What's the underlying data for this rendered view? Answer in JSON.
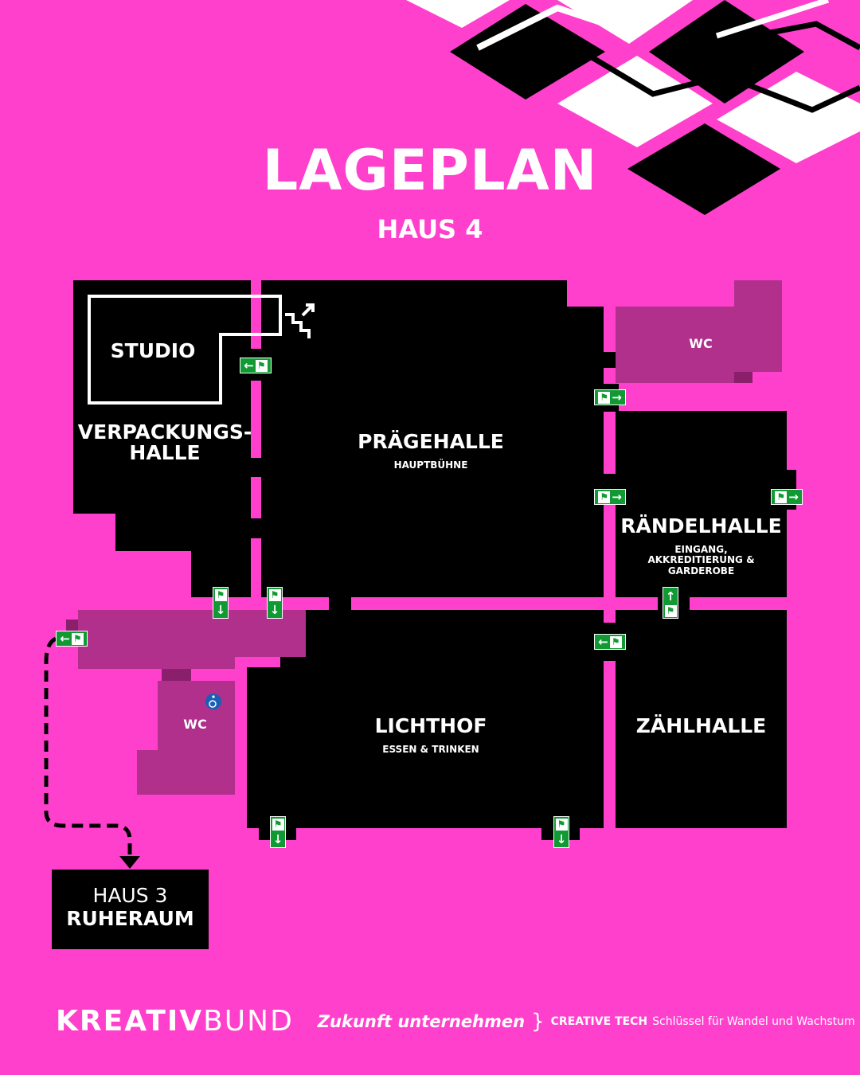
{
  "header": {
    "title": "LAGEPLAN",
    "subtitle": "HAUS 4"
  },
  "rooms": {
    "studio": "STUDIO",
    "verpackungshalle_1": "VERPACKUNGS-",
    "verpackungshalle_2": "HALLE",
    "praegehalle": "PRÄGEHALLE",
    "praegehalle_sub": "HAUPTBÜHNE",
    "wc_top": "WC",
    "raendelhalle": "RÄNDELHALLE",
    "raendelhalle_sub_1": "EINGANG,",
    "raendelhalle_sub_2": "AKKREDITIERUNG &",
    "raendelhalle_sub_3": "GARDEROBE",
    "lichthof": "LICHTHOF",
    "lichthof_sub": "ESSEN & TRINKEN",
    "zaehlhalle": "ZÄHLHALLE",
    "wc_bottom": "WC"
  },
  "haus3": {
    "line1": "HAUS 3",
    "line2": "RUHERAUM"
  },
  "icons": {
    "exit": "emergency-exit-sign",
    "stairs": "stairs-icon",
    "wheelchair": "wheelchair-icon"
  },
  "colors": {
    "background": "#FF40CC",
    "building": "#000000",
    "service": "#B0308C",
    "exit": "#119933"
  },
  "footer": {
    "logo_bold": "KREATIV",
    "logo_light": "BUND",
    "slogan": "Zukunft unternehmen",
    "brace": "}",
    "tag": "CREATIVE TECH",
    "tagline": "Schlüssel für Wandel und Wachstum"
  }
}
